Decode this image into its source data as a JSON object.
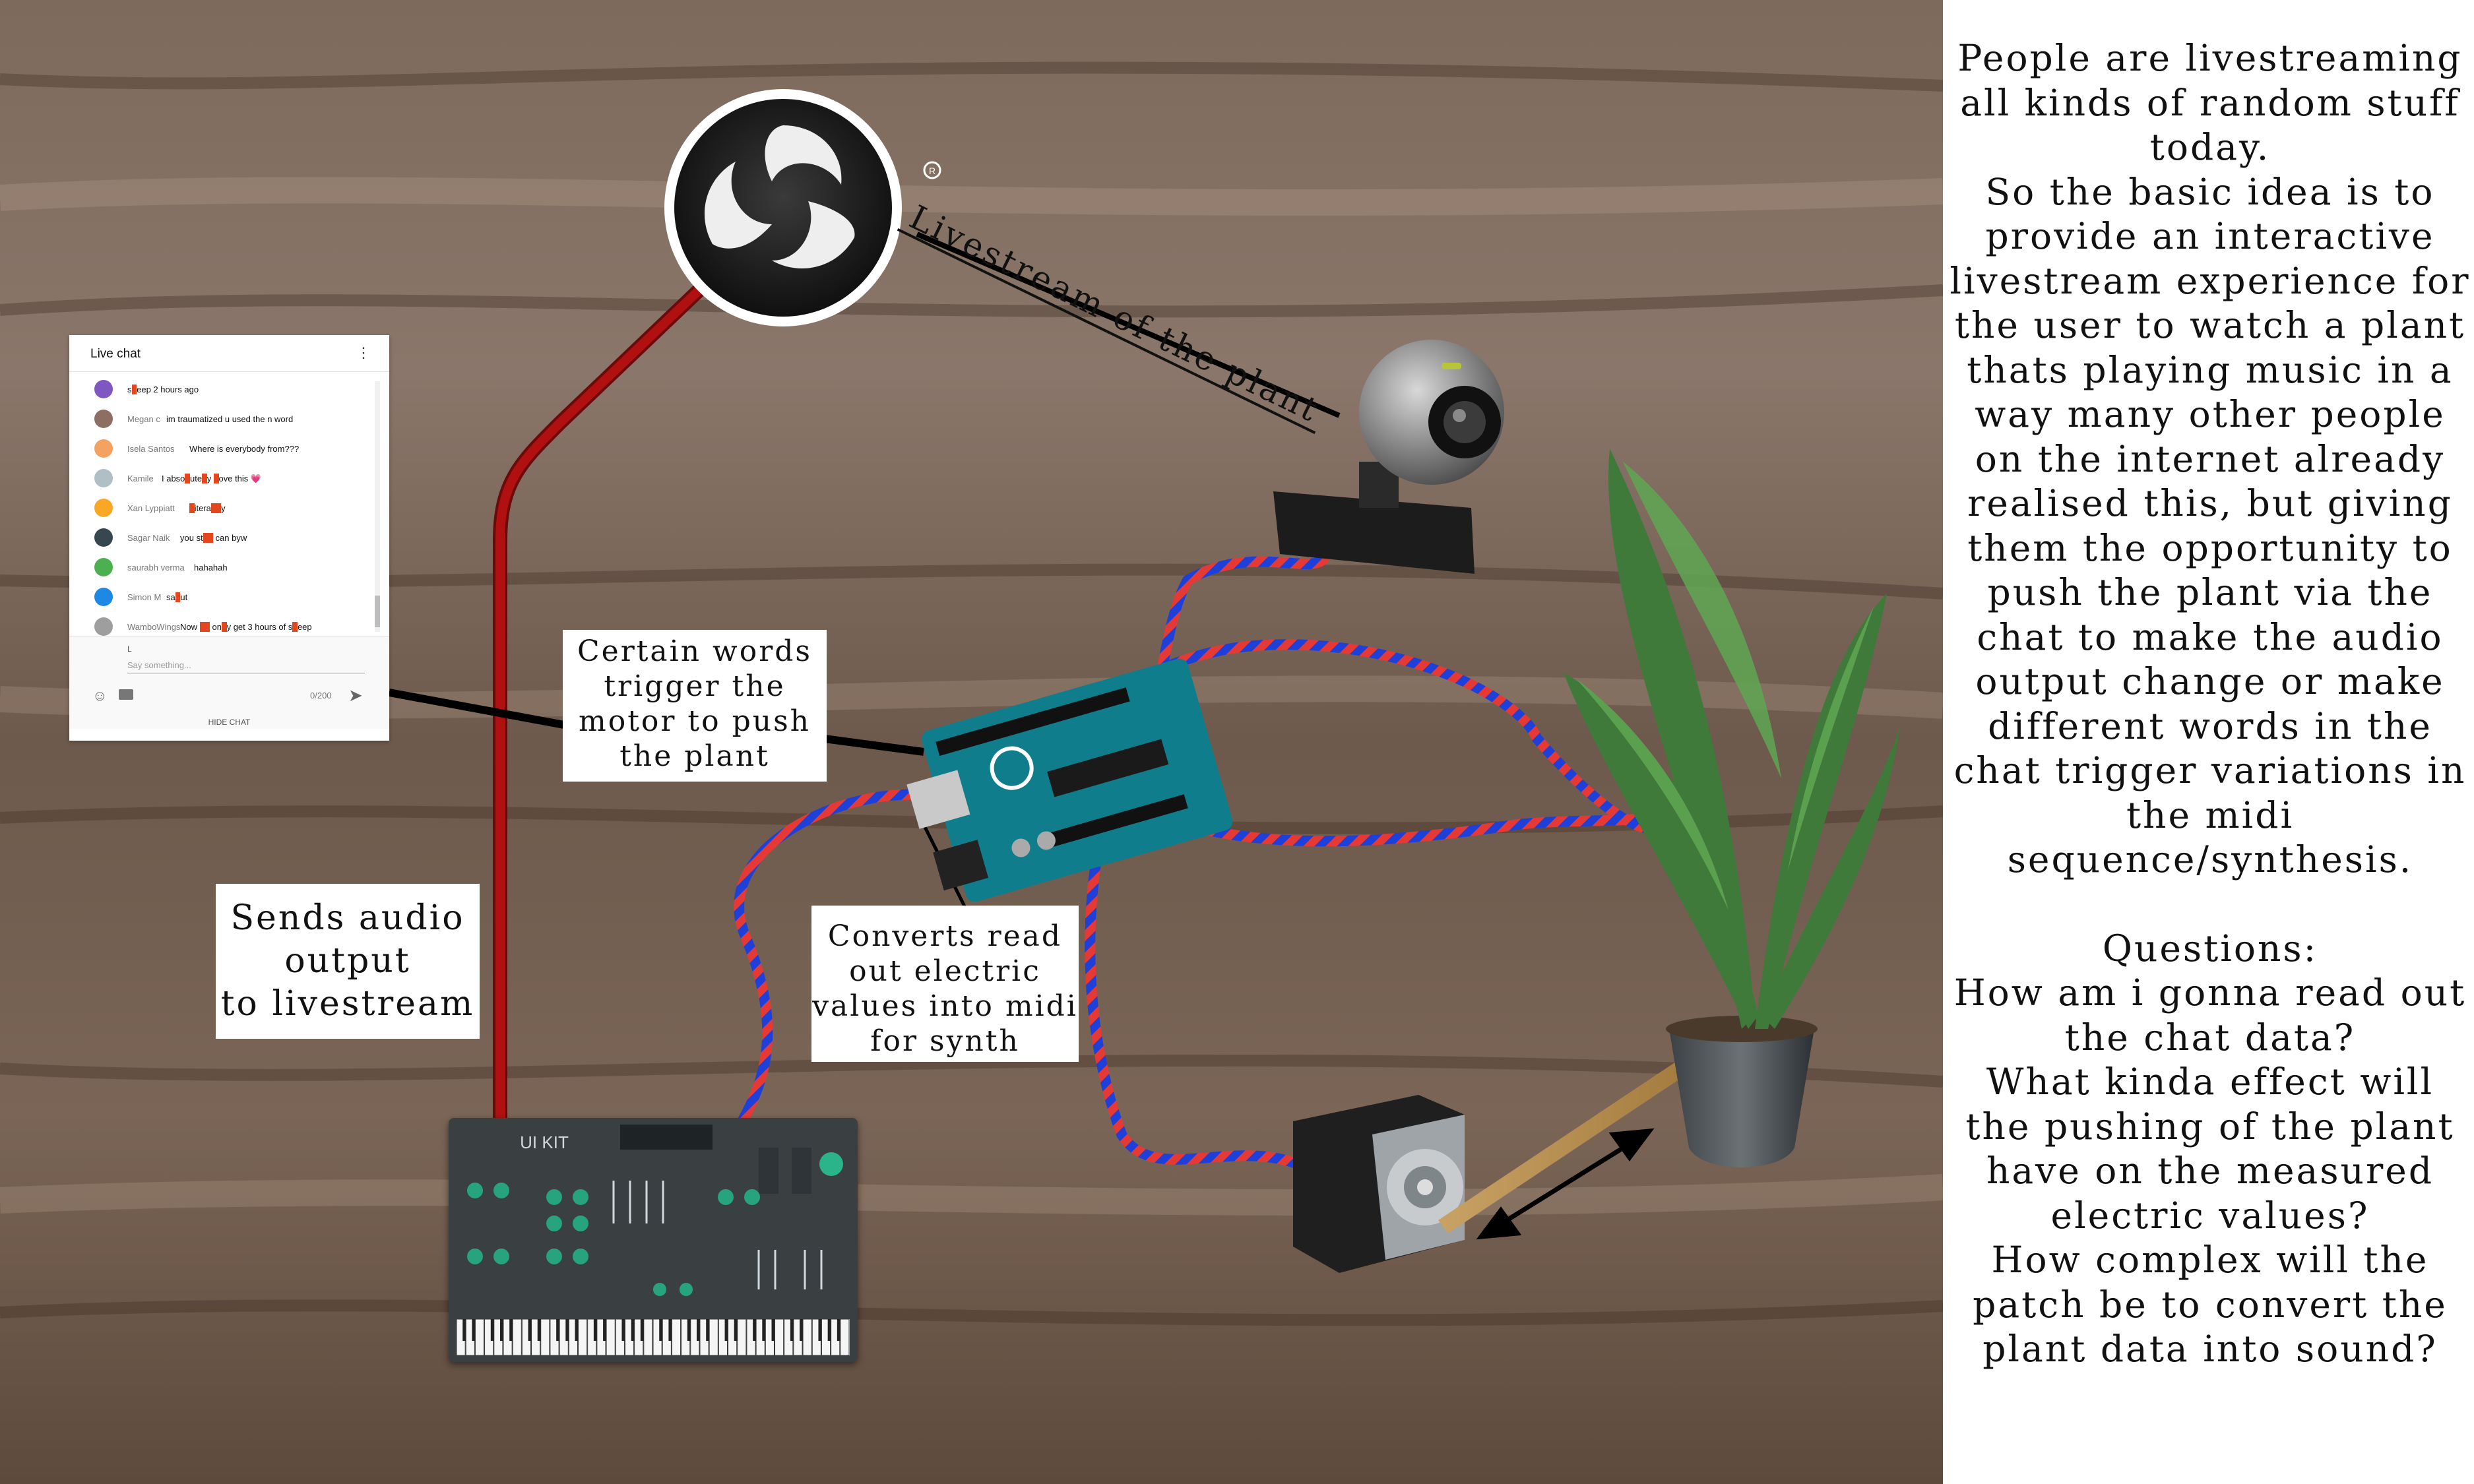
{
  "labels": {
    "words_trigger": "Certain words\ntrigger the\nmotor to push\nthe plant",
    "sends_audio": "Sends audio\noutput\nto livestream",
    "converts_midi": "Converts read\nout electric\nvalues into midi\nfor synth",
    "livestream": "Livestream of the plant"
  },
  "side_text": {
    "idea": "People are livestreaming\nall kinds of random stuff\ntoday.\nSo the basic idea is to\nprovide an interactive\nlivestream experience for\nthe user to watch a plant\nthats playing music in a\nway many other people\non the internet already\nrealised this, but giving\nthem the opportunity to\npush the plant via the\nchat to make the audio\noutput change or make\ndifferent words in the\nchat trigger variations in\nthe midi\nsequence/synthesis.",
    "questions": "Questions:\nHow am i gonna read out\nthe chat data?\nWhat kinda effect will\nthe pushing of the plant\nhave on the measured\nelectric values?\nHow complex will the\npatch be to convert the\nplant data into sound?"
  },
  "chat": {
    "title": "Live chat",
    "menu_icon": "more-vert-icon",
    "messages": [
      {
        "author": "",
        "text": "s█eep 2 hours ago",
        "color": "#7e57c2"
      },
      {
        "author": "Megan c",
        "text": "im traumatized u used the n word",
        "color": "#8d6e63"
      },
      {
        "author": "Isela Santos",
        "text": "Where is everybody from???",
        "color": "#f4a261"
      },
      {
        "author": "Kamile",
        "text": "I abso█ute█y █ove this 💗",
        "color": "#b0bec5"
      },
      {
        "author": "Xan Lyppiatt",
        "text": "█itera██y",
        "color": "#f9a825"
      },
      {
        "author": "Sagar Naik",
        "text": "you st██ can byw",
        "color": "#37474f"
      },
      {
        "author": "saurabh verma",
        "text": "hahahah",
        "color": "#4caf50"
      },
      {
        "author": "Simon M",
        "text": "sa█ut",
        "color": "#1e88e5"
      },
      {
        "author": "WamboWings",
        "text": "Now ██ on█y get 3 hours of s█eep",
        "color": "#9e9e9e"
      }
    ],
    "input_user": "L",
    "placeholder": "Say something...",
    "char_count": "0/200",
    "hide_label": "HIDE CHAT"
  },
  "synth": {
    "title": "UI KIT"
  },
  "colors": {
    "cable_audio": "#b01010",
    "wire_red": "#e53935",
    "wire_blue": "#1e3fd8",
    "board": "#0f7d8c",
    "highlight": "#e4471e"
  }
}
